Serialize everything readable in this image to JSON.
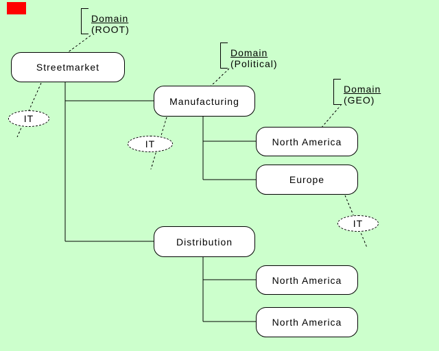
{
  "colors": {
    "background": "#ccffcc",
    "marker": "#ff0000",
    "node_fill": "#ffffff",
    "outline": "#000000"
  },
  "domains": [
    {
      "name": "Domain",
      "qualifier": "(ROOT)"
    },
    {
      "name": "Domain",
      "qualifier": "(Political)"
    },
    {
      "name": "Domain",
      "qualifier": "(GEO)"
    }
  ],
  "nodes": [
    {
      "label": "Streetmarket"
    },
    {
      "label": "Manufacturing"
    },
    {
      "label": "North America"
    },
    {
      "label": "Europe"
    },
    {
      "label": "Distribution"
    },
    {
      "label": "North America"
    },
    {
      "label": "North America"
    }
  ],
  "annotations": [
    {
      "label": "IT"
    },
    {
      "label": "IT"
    },
    {
      "label": "IT"
    }
  ]
}
